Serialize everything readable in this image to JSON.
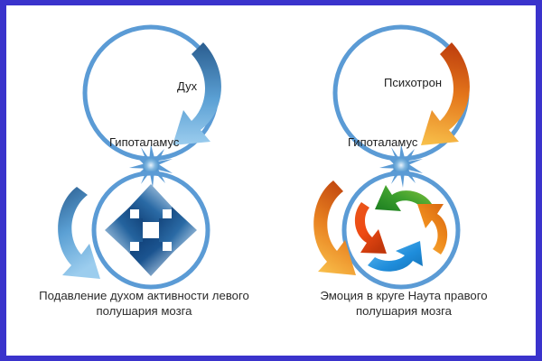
{
  "page": {
    "border_color": "#3a33cc",
    "border_bottom_color": "#1a1a99",
    "background": "#ffffff",
    "title": "Подавление духом активности левого полушария мозга / Эмоция в круге Наута правого полушария мозга"
  },
  "diagram": {
    "type": "two-panel conceptual diagram",
    "ring_color": "#5b9bd5",
    "panels": [
      {
        "id": "left",
        "caption": "Подавление духом активности левого\nполушария мозга",
        "top_circle": {
          "label": "Дух",
          "arrow": {
            "name": "curved-arrow-clockwise",
            "color_from": "#2e5f8f",
            "color_to": "#8ec4ea",
            "direction": "clockwise-down"
          }
        },
        "junction": {
          "label": "Гипоталамус",
          "icon": "starburst-icon",
          "color": "#5b9bd5"
        },
        "bottom_circle": {
          "content": "four outward arrows",
          "arrows": [
            {
              "name": "arrow-up",
              "direction": "up"
            },
            {
              "name": "arrow-right",
              "direction": "right"
            },
            {
              "name": "arrow-down",
              "direction": "down"
            },
            {
              "name": "arrow-left",
              "direction": "left"
            }
          ],
          "arrow_color_from": "#0f3f77",
          "arrow_color_to": "#b7d6ef"
        },
        "outer_arrow": {
          "name": "curved-arrow-outside-left",
          "color_from": "#2e5f8f",
          "color_to": "#8ec4ea"
        }
      },
      {
        "id": "right",
        "caption": "Эмоция в круге Наута правого\nполушария мозга",
        "top_circle": {
          "label": "Психотрон",
          "arrow": {
            "name": "curved-arrow-clockwise",
            "color_from": "#c0410e",
            "color_to": "#f6b33d",
            "direction": "clockwise-down"
          }
        },
        "junction": {
          "label": "Гипоталамус",
          "icon": "starburst-icon",
          "color": "#5b9bd5"
        },
        "bottom_circle": {
          "content": "four curved arrows in a cycle (Nauta circuit)",
          "arrows": [
            {
              "name": "curved-arrow-green-top",
              "color_from": "#2e8b2e",
              "color_to": "#7fc45a",
              "position": "top",
              "points": "left"
            },
            {
              "name": "curved-arrow-red-left",
              "color_from": "#d9480f",
              "color_to": "#f05a1e",
              "position": "left",
              "points": "down"
            },
            {
              "name": "curved-arrow-blue-bottom",
              "color_from": "#1b86d8",
              "color_to": "#66c0f0",
              "position": "bottom",
              "points": "right"
            },
            {
              "name": "curved-arrow-orange-right",
              "color_from": "#e07b1a",
              "color_to": "#f3a93c",
              "position": "right",
              "points": "up"
            }
          ]
        },
        "outer_arrow": {
          "name": "curved-arrow-outside-left",
          "color_from": "#c0410e",
          "color_to": "#f6b33d"
        }
      }
    ]
  }
}
